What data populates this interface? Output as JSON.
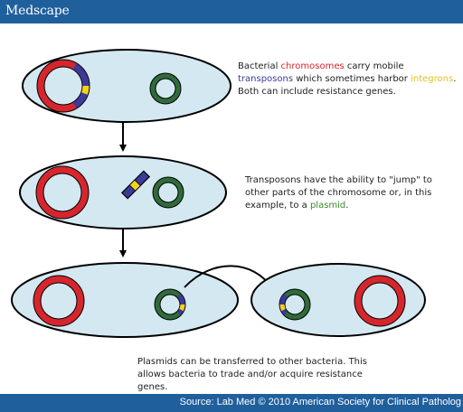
{
  "header": {
    "logo": "Medscape"
  },
  "captions": {
    "c1": {
      "a": "Bacterial ",
      "b": "chromosomes",
      "c": " carry mobile ",
      "d": "transposons",
      "e": " which sometimes harbor ",
      "f": "integrons",
      "g": ". Both can include resistance genes."
    },
    "c2": {
      "a": "Transposons have the ability to \"jump\" to other parts of the chromosome or, in this example, to a ",
      "b": "plasmid",
      "c": "."
    },
    "c3": {
      "a": "Plasmids can be transferred to other bacteria. This allows bacteria to trade and/or acquire resistance genes."
    }
  },
  "footer": {
    "source": "Source: Lab Med © 2010 American Society for Clinical Patholog"
  },
  "colors": {
    "header_bg": "#1f5f9c",
    "cell_fill": "#d4e8f1",
    "chromosome": "#d6262d",
    "plasmid": "#2f6b3a",
    "transposon": "#3a3a9a",
    "integron": "#f5d21c"
  }
}
